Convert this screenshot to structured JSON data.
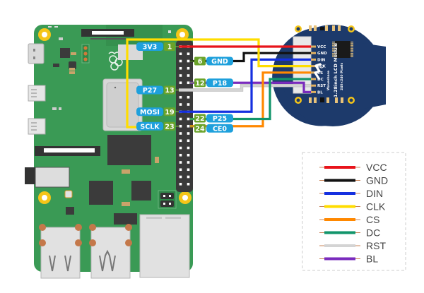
{
  "diagram": {
    "title": "Raspberry Pi to 1.28inch LCD Module wiring",
    "pi_pins": [
      {
        "label": "3V3",
        "num": "1",
        "side": "left",
        "row": 0,
        "wire": "VCC"
      },
      {
        "label": "GND",
        "num": "6",
        "side": "right",
        "row": 2,
        "wire": "GND"
      },
      {
        "label": "P18",
        "num": "12",
        "side": "right",
        "row": 5,
        "wire": "BL"
      },
      {
        "label": "P27",
        "num": "13",
        "side": "left",
        "row": 6,
        "wire": "RST"
      },
      {
        "label": "MOSI",
        "num": "19",
        "side": "left",
        "row": 9,
        "wire": "DIN"
      },
      {
        "label": "P25",
        "num": "22",
        "side": "right",
        "row": 10,
        "wire": "DC"
      },
      {
        "label": "SCLK",
        "num": "23",
        "side": "left",
        "row": 11,
        "wire": "CLK"
      },
      {
        "label": "CE0",
        "num": "24",
        "side": "right",
        "row": 11,
        "wire": "CS"
      }
    ],
    "module": {
      "brand": "Waveshare",
      "name": "1.28inch LCD Module",
      "resolution": "240×240 Pixels",
      "connector_pins": [
        "VCC",
        "GND",
        "DIN",
        "CLK",
        "CS",
        "DC",
        "RST",
        "BL"
      ]
    },
    "legend": [
      {
        "label": "VCC",
        "color": "#e8141b"
      },
      {
        "label": "GND",
        "color": "#111111"
      },
      {
        "label": "DIN",
        "color": "#1530e0"
      },
      {
        "label": "CLK",
        "color": "#ffdd00"
      },
      {
        "label": "CS",
        "color": "#ff8800"
      },
      {
        "label": "DC",
        "color": "#12956b"
      },
      {
        "label": "RST",
        "color": "#d4d4d4"
      },
      {
        "label": "BL",
        "color": "#7a2bbd"
      }
    ],
    "colors": {
      "board_green": "#3a9a55",
      "board_dark": "#2f8748",
      "module_blue": "#1d3a6b",
      "pin_label_blue": "#1ea0dc",
      "pin_num_green": "#6aa32a",
      "mount_yellow": "#f5c518",
      "header_dark": "#3a3a3a"
    }
  }
}
